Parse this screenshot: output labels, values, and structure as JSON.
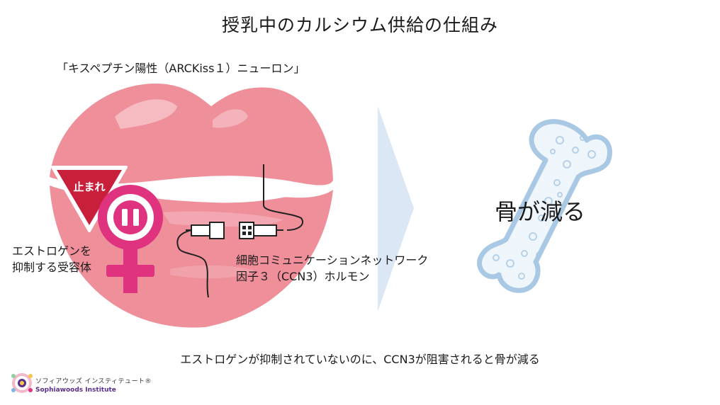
{
  "title": "授乳中のカルシウム供給の仕組み",
  "kiss_neuron_label": "「キスペプチン陽性（ARCKiss１）ニューロン」",
  "stop_sign_text": "止まれ",
  "receptor_label": {
    "line1": "エストロゲンを",
    "line2": "抑制する受容体"
  },
  "ccn3_label": {
    "line1": "細胞コミュニケーションネットワーク",
    "line2": "因子３（CCN3）ホルモン"
  },
  "bone_label": "骨が減る",
  "bottom_note": "エストロゲンが抑制されていないのに、CCN3が阻害されると骨が減る",
  "logo": {
    "name_jp": "ソフィアウッズ インスティテュート®",
    "name_en": "Sophiawoods Institute"
  },
  "colors": {
    "lips": "#ee8f9a",
    "lips_dark": "#d9707c",
    "female_symbol": "#e0337f",
    "stop_sign": "#c8203a",
    "arrow": "#dbe7f5",
    "bone_outline": "#a9c8e4",
    "bone_fill": "#eef5fb"
  },
  "icons": {
    "stop_sign": "stop-sign-icon",
    "female_symbol": "female-symbol-icon",
    "pause": "pause-icon",
    "cable_connector": "cable-connector-icon",
    "bone": "bone-icon",
    "arrow": "right-arrow-icon",
    "logo": "logo-icon"
  }
}
